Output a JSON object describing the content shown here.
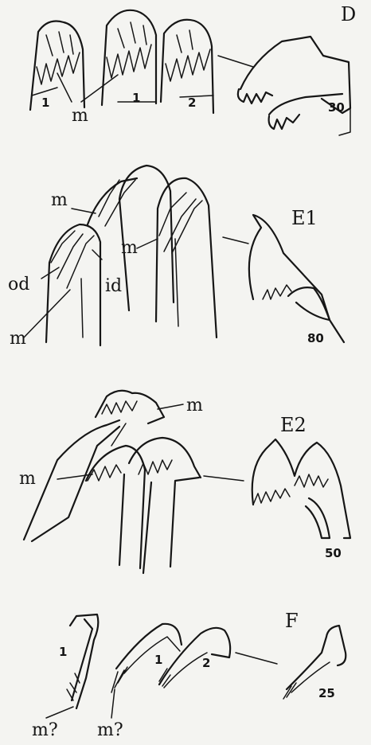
{
  "plate": {
    "panel_D": {
      "letter": "D",
      "label_m": "m",
      "tooth_1a": "1",
      "tooth_1b": "1",
      "tooth_2": "2",
      "magnification": "30"
    },
    "panel_E1": {
      "letter": "E1",
      "label_m_top": "m",
      "label_m_mid": "m",
      "label_od": "od",
      "label_id": "id",
      "label_m_low": "m",
      "magnification": "80"
    },
    "panel_E2": {
      "letter": "E2",
      "label_m_top": "m",
      "label_m_left": "m",
      "magnification": "50"
    },
    "panel_F": {
      "letter": "F",
      "tooth_1a": "1",
      "tooth_1b": "1",
      "tooth_2": "2",
      "label_m_q1": "m?",
      "label_m_q2": "m?",
      "magnification": "25"
    }
  }
}
